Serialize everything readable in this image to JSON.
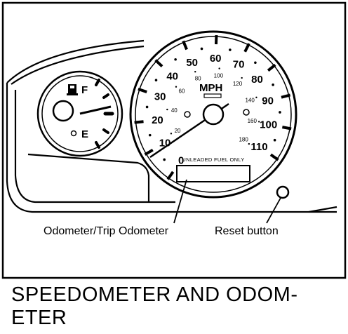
{
  "speedometer": {
    "unit_label": "MPH",
    "mph_labels": [
      "0",
      "10",
      "20",
      "30",
      "40",
      "50",
      "60",
      "70",
      "80",
      "90",
      "100",
      "110"
    ],
    "kmh_labels": [
      "20",
      "40",
      "60",
      "80",
      "100",
      "120",
      "140",
      "160",
      "180"
    ],
    "fuel_notice": "UNLEADED FUEL ONLY"
  },
  "fuel_gauge": {
    "full_label": "F",
    "empty_label": "E"
  },
  "callouts": {
    "odometer": "Odometer/Trip Odometer",
    "reset": "Reset button"
  },
  "caption": {
    "line1": "SPEEDOMETER AND ODOM-",
    "line2": "ETER"
  }
}
